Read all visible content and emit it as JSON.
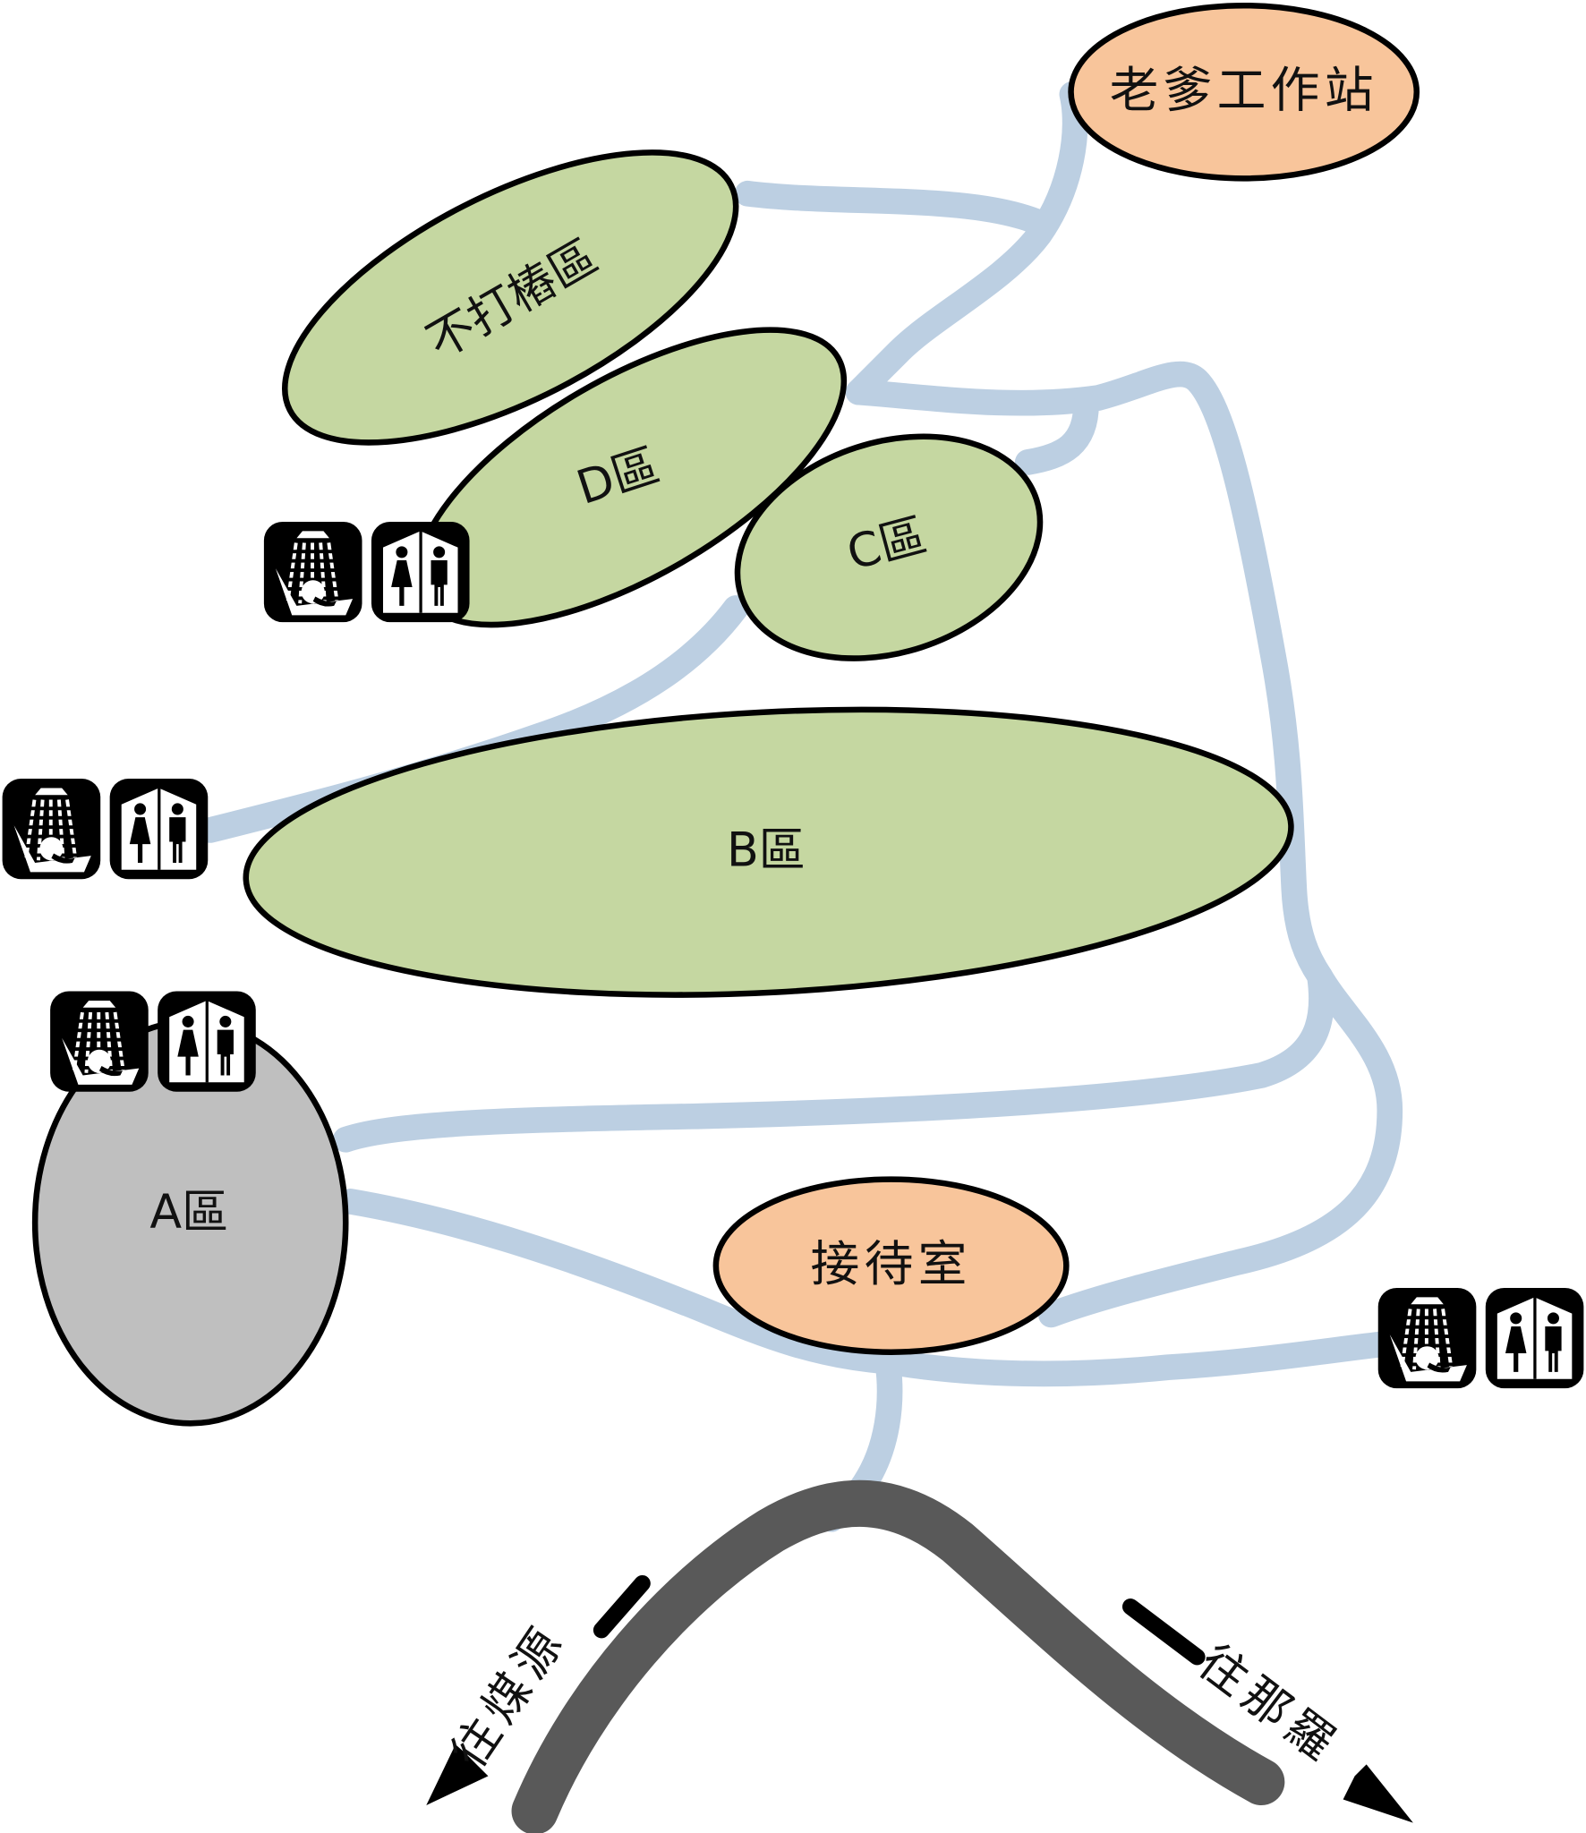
{
  "colors": {
    "zone_green": "#c5d7a1",
    "zone_grey": "#bfbfbf",
    "facility_orange": "#f8c59b",
    "path_blue": "#bccfe2",
    "road_grey": "#595959",
    "outline": "#000000"
  },
  "facilities": {
    "workstation": "老爹工作站",
    "reception": "接待室"
  },
  "zones": {
    "no_stake": "不打樁區",
    "d": "D區",
    "c": "C區",
    "b": "B區",
    "a": "A區"
  },
  "directions": {
    "left": "往煤源",
    "right": "往那羅"
  },
  "amenities": [
    {
      "location": "D區",
      "icons": [
        "shower-icon",
        "restroom-icon"
      ]
    },
    {
      "location": "B區 west",
      "icons": [
        "shower-icon",
        "restroom-icon"
      ]
    },
    {
      "location": "A區",
      "icons": [
        "shower-icon",
        "restroom-icon"
      ]
    },
    {
      "location": "接待室 east",
      "icons": [
        "shower-icon",
        "restroom-icon"
      ]
    }
  ]
}
